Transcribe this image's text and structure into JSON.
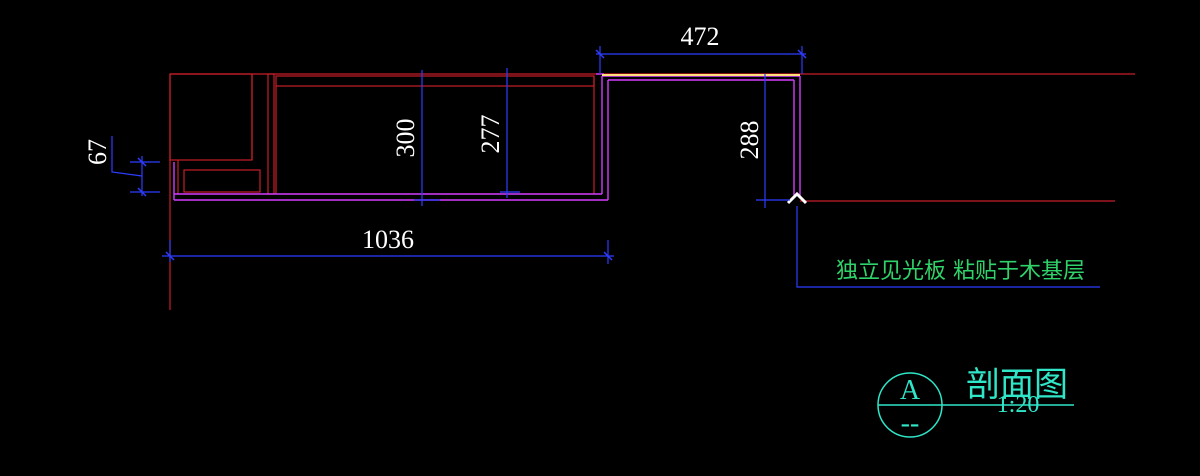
{
  "colors": {
    "background": "#000000",
    "outline_red": "#c81e2a",
    "panel_magenta": "#d23cff",
    "dimension_blue": "#2d3cff",
    "highlight_yellow": "#ffe27a",
    "dimension_text": "#ffffff",
    "note_green": "#2fd36a",
    "title_cyan": "#2fe6c8"
  },
  "dimensions": {
    "top_width": "472",
    "left_height": "67",
    "inner_height_300": "300",
    "inner_height_277": "277",
    "right_height": "288",
    "bottom_width": "1036"
  },
  "annotation": {
    "note": "独立见光板 粘贴于木基层"
  },
  "title_block": {
    "bubble_letter": "A",
    "bubble_sub": "--",
    "title": "剖面图",
    "scale": "1:20"
  }
}
